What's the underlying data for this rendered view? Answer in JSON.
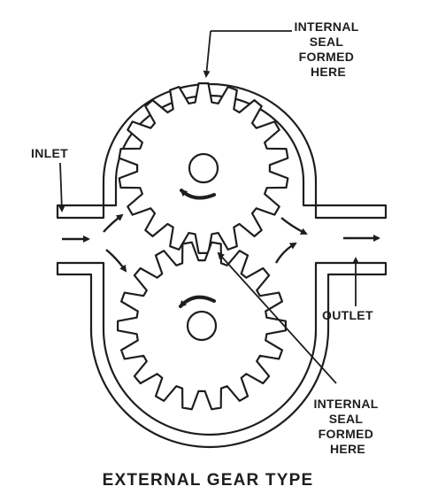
{
  "labels": {
    "top_seal": [
      "INTERNAL",
      "SEAL",
      "FORMED",
      "HERE"
    ],
    "inlet": "INLET",
    "outlet": "OUTLET",
    "bottom_seal": [
      "INTERNAL",
      "SEAL",
      "FORMED",
      "HERE"
    ]
  },
  "caption": "EXTERNAL GEAR TYPE",
  "gears": [
    {
      "id": "upper",
      "teeth": 18,
      "rotation": "clockwise"
    },
    {
      "id": "lower",
      "teeth": 18,
      "rotation": "counterclockwise"
    }
  ],
  "colors": {
    "ink": "#1e1e1e",
    "background": "#ffffff"
  }
}
